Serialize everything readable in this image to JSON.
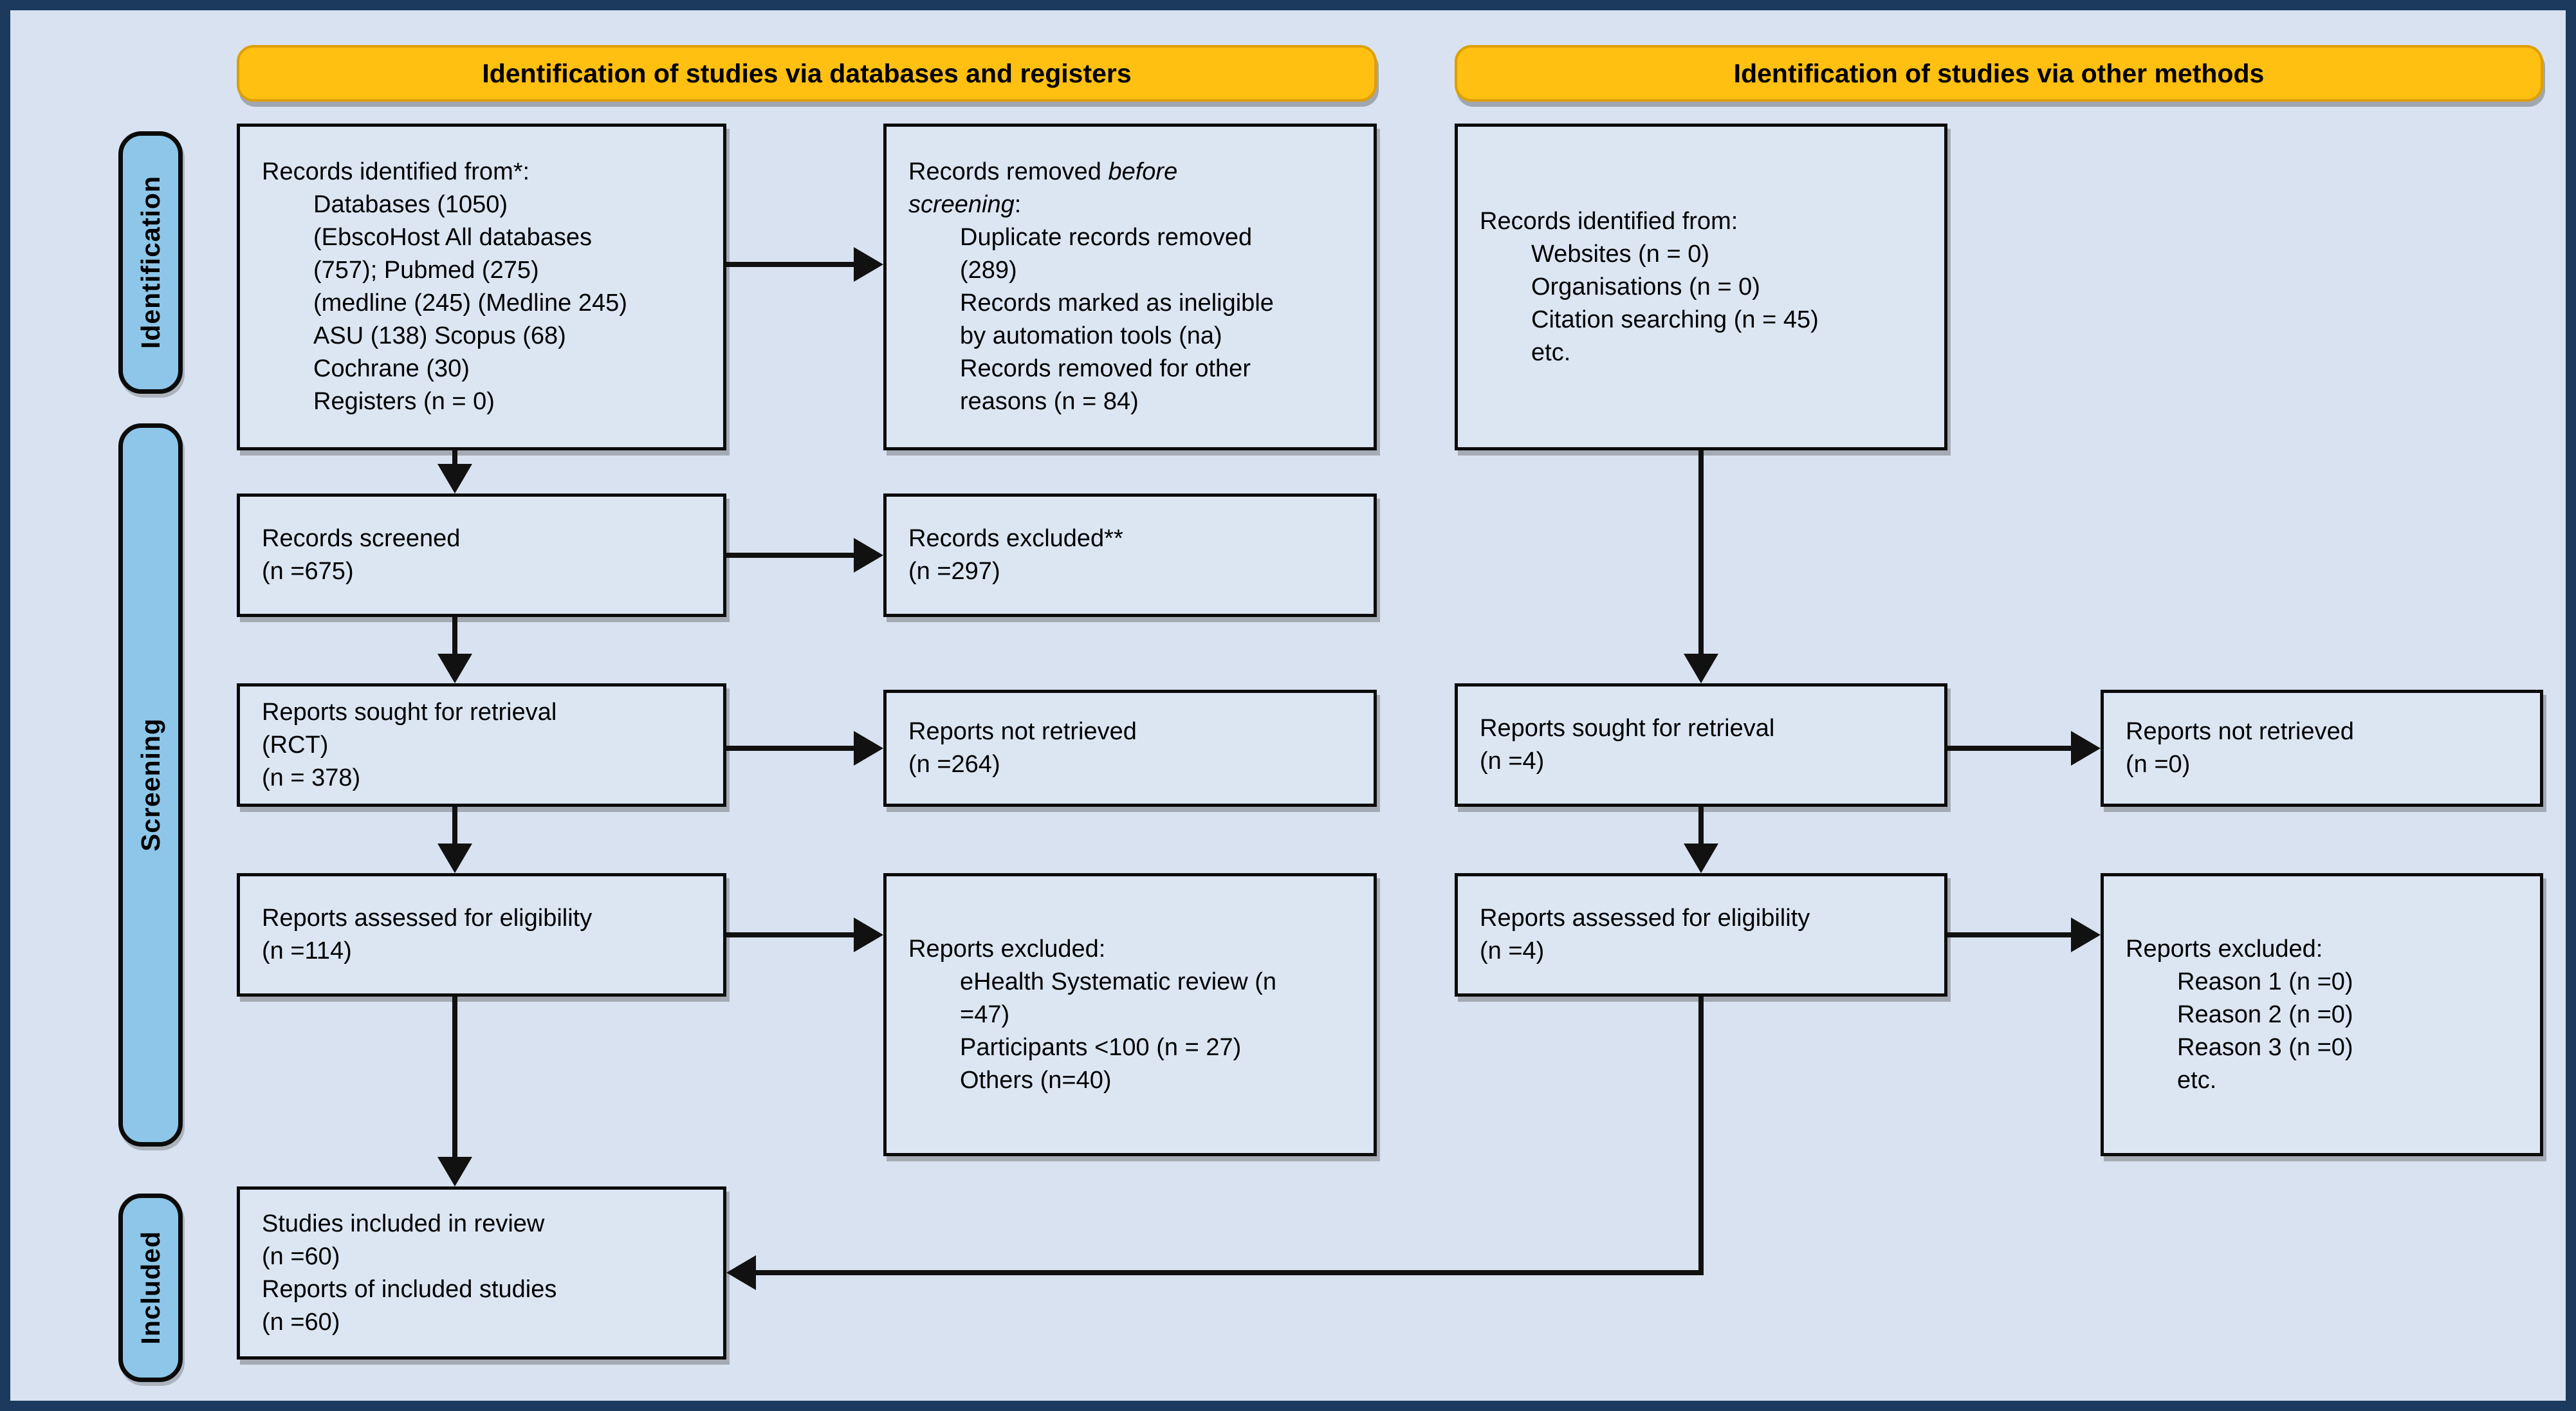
{
  "banners": {
    "databases": "Identification of studies via databases and registers",
    "other_methods": "Identification of studies via other methods"
  },
  "stages": [
    {
      "label": "Identification"
    },
    {
      "label": "Screening"
    },
    {
      "label": "Included"
    }
  ],
  "colors": {
    "background": "#d9e2f0",
    "frame": "#1c3a5e",
    "banner_fill": "#ffc012",
    "banner_border": "#dd9f05",
    "stage_fill": "#8dc6e8",
    "box_fill": "#dce6f3",
    "box_border": "#0b0b0b",
    "arrow": "#111111"
  },
  "boxes": {
    "records_identified_db": {
      "lines": [
        {
          "segs": [
            {
              "t": "Records identified from*:"
            }
          ]
        },
        {
          "ind": 1,
          "segs": [
            {
              "t": "Databases (1050)"
            }
          ]
        },
        {
          "ind": 1,
          "segs": [
            {
              "t": "(EbscoHost All databases"
            }
          ]
        },
        {
          "ind": 1,
          "segs": [
            {
              "t": "(757); Pubmed (275)"
            }
          ]
        },
        {
          "ind": 1,
          "segs": [
            {
              "t": "(medline (245) (Medline 245)"
            }
          ]
        },
        {
          "ind": 1,
          "segs": [
            {
              "t": "ASU (138) Scopus (68)"
            }
          ]
        },
        {
          "ind": 1,
          "segs": [
            {
              "t": "Cochrane (30)"
            }
          ]
        },
        {
          "ind": 1,
          "segs": [
            {
              "t": "Registers (n = 0)"
            }
          ]
        }
      ]
    },
    "records_removed": {
      "lines": [
        {
          "segs": [
            {
              "t": "Records removed "
            },
            {
              "t": "before",
              "i": 1
            }
          ]
        },
        {
          "segs": [
            {
              "t": "screening",
              "i": 1
            },
            {
              "t": ":"
            }
          ]
        },
        {
          "ind": 1,
          "segs": [
            {
              "t": "Duplicate records removed"
            }
          ]
        },
        {
          "ind": 1,
          "segs": [
            {
              "t": "(289)"
            }
          ]
        },
        {
          "ind": 1,
          "segs": [
            {
              "t": "Records marked as ineligible"
            }
          ]
        },
        {
          "ind": 1,
          "segs": [
            {
              "t": "by automation tools (na)"
            }
          ]
        },
        {
          "ind": 1,
          "segs": [
            {
              "t": "Records removed for other"
            }
          ]
        },
        {
          "ind": 1,
          "segs": [
            {
              "t": "reasons (n = 84)"
            }
          ]
        }
      ]
    },
    "records_screened": {
      "lines": [
        {
          "segs": [
            {
              "t": "Records screened"
            }
          ]
        },
        {
          "segs": [
            {
              "t": "(n =675)"
            }
          ]
        }
      ]
    },
    "records_excluded": {
      "lines": [
        {
          "segs": [
            {
              "t": "Records excluded**"
            }
          ]
        },
        {
          "segs": [
            {
              "t": "(n =297)"
            }
          ]
        }
      ]
    },
    "reports_sought_db": {
      "lines": [
        {
          "segs": [
            {
              "t": "Reports sought for retrieval"
            }
          ]
        },
        {
          "segs": [
            {
              "t": "(RCT)"
            }
          ]
        },
        {
          "segs": [
            {
              "t": "(n = 378)"
            }
          ]
        }
      ]
    },
    "reports_not_retrieved_db": {
      "lines": [
        {
          "segs": [
            {
              "t": "Reports not retrieved"
            }
          ]
        },
        {
          "segs": [
            {
              "t": "(n =264)"
            }
          ]
        }
      ]
    },
    "reports_assessed_db": {
      "lines": [
        {
          "segs": [
            {
              "t": "Reports assessed for eligibility"
            }
          ]
        },
        {
          "segs": [
            {
              "t": "(n =114)"
            }
          ]
        }
      ]
    },
    "reports_excluded_db": {
      "lines": [
        {
          "segs": [
            {
              "t": "Reports excluded:"
            }
          ]
        },
        {
          "ind": 1,
          "segs": [
            {
              "t": "eHealth Systematic review (n"
            }
          ]
        },
        {
          "ind": 1,
          "segs": [
            {
              "t": "=47)"
            }
          ]
        },
        {
          "ind": 1,
          "segs": [
            {
              "t": "Participants <100 (n = 27)"
            }
          ]
        },
        {
          "ind": 1,
          "segs": [
            {
              "t": "Others (n=40)"
            }
          ]
        }
      ]
    },
    "studies_included": {
      "lines": [
        {
          "segs": [
            {
              "t": "Studies included in review"
            }
          ]
        },
        {
          "segs": [
            {
              "t": "(n =60)"
            }
          ]
        },
        {
          "segs": [
            {
              "t": "Reports of included studies"
            }
          ]
        },
        {
          "segs": [
            {
              "t": "(n =60)"
            }
          ]
        }
      ]
    },
    "records_identified_other": {
      "lines": [
        {
          "segs": [
            {
              "t": "Records identified from:"
            }
          ]
        },
        {
          "ind": 1,
          "segs": [
            {
              "t": "Websites (n = 0)"
            }
          ]
        },
        {
          "ind": 1,
          "segs": [
            {
              "t": "Organisations (n = 0)"
            }
          ]
        },
        {
          "ind": 1,
          "segs": [
            {
              "t": "Citation searching (n = 45)"
            }
          ]
        },
        {
          "ind": 1,
          "segs": [
            {
              "t": "etc."
            }
          ]
        }
      ]
    },
    "reports_sought_other": {
      "lines": [
        {
          "segs": [
            {
              "t": "Reports sought for retrieval"
            }
          ]
        },
        {
          "segs": [
            {
              "t": "(n =4)"
            }
          ]
        }
      ]
    },
    "reports_not_retrieved_other": {
      "lines": [
        {
          "segs": [
            {
              "t": "Reports not retrieved"
            }
          ]
        },
        {
          "segs": [
            {
              "t": "(n =0)"
            }
          ]
        }
      ]
    },
    "reports_assessed_other": {
      "lines": [
        {
          "segs": [
            {
              "t": "Reports assessed for eligibility"
            }
          ]
        },
        {
          "segs": [
            {
              "t": "(n =4)"
            }
          ]
        }
      ]
    },
    "reports_excluded_other": {
      "lines": [
        {
          "segs": [
            {
              "t": "Reports excluded:"
            }
          ]
        },
        {
          "ind": 1,
          "segs": [
            {
              "t": "Reason 1 (n =0)"
            }
          ]
        },
        {
          "ind": 1,
          "segs": [
            {
              "t": "Reason 2 (n =0)"
            }
          ]
        },
        {
          "ind": 1,
          "segs": [
            {
              "t": "Reason 3 (n =0)"
            }
          ]
        },
        {
          "ind": 1,
          "segs": [
            {
              "t": "etc."
            }
          ]
        }
      ]
    }
  }
}
